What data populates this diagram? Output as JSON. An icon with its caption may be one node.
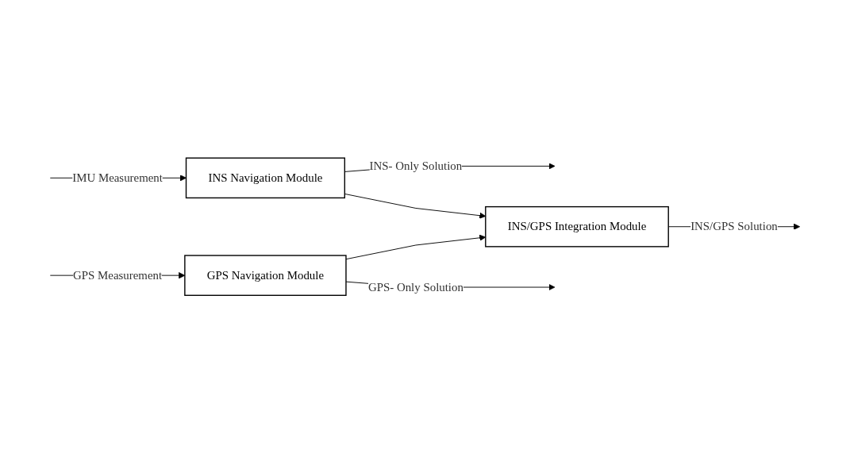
{
  "diagram": {
    "nodes": [
      {
        "text": [
          "INS Navigation Module"
        ]
      },
      {
        "text": [
          "GPS Navigation Module"
        ]
      },
      {
        "text": [
          "INS/GPS Integration Module"
        ]
      }
    ],
    "edges": [
      {
        "from": null,
        "to": 0,
        "arrow": "to",
        "label": "IMU Measurement"
      },
      {
        "from": null,
        "to": 1,
        "arrow": "to",
        "label": "GPS Measurement"
      },
      {
        "from": 0,
        "to": null,
        "arrow": "to",
        "label": "INS- Only Solution"
      },
      {
        "from": 0,
        "to": 2,
        "arrow": "to"
      },
      {
        "from": 1,
        "to": 2,
        "arrow": "to"
      },
      {
        "from": 1,
        "to": null,
        "arrow": "to",
        "label": "GPS- Only Solution"
      },
      {
        "from": 2,
        "to": null,
        "arrow": "to",
        "label": "INS/GPS Solution"
      }
    ]
  }
}
